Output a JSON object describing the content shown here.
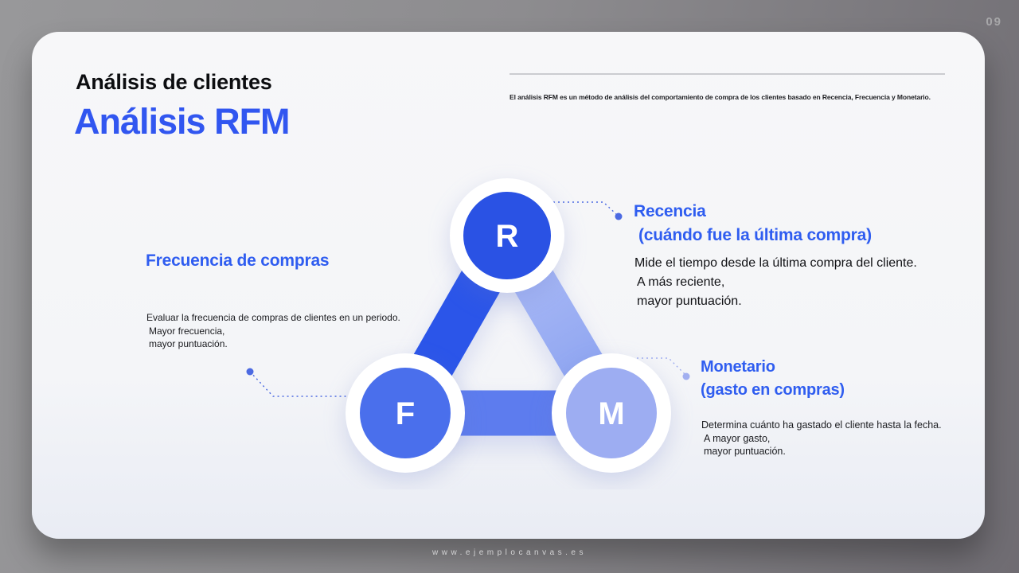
{
  "slide": {
    "page_number": "09",
    "footer_url": "www.ejemplocanvas.es"
  },
  "header": {
    "eyebrow": "Análisis de clientes",
    "title": "Análisis RFM",
    "intro": "El análisis RFM es un método de análisis del comportamiento de compra de los clientes basado en Recencia, Frecuencia y Monetario."
  },
  "diagram": {
    "nodes": [
      {
        "letter": "R",
        "color": "#2a52e4"
      },
      {
        "letter": "F",
        "color": "#4a6fec"
      },
      {
        "letter": "M",
        "color": "#9dadf2"
      }
    ],
    "band_colors": {
      "r_f": "#2b55e9",
      "r_m_top": "#b0bef6",
      "r_m_bottom": "#8da4f1",
      "f_m": "#5d7cee"
    },
    "connector_color": "#4c6ae2",
    "connector_color_light": "#a2aff0"
  },
  "sections": {
    "frecuencia": {
      "title": "Frecuencia de compras",
      "lines": [
        "Evaluar la frecuencia de compras de clientes en un periodo.",
        "Mayor frecuencia,",
        "mayor puntuación."
      ]
    },
    "recencia": {
      "title": "Recencia",
      "subtitle": "(cuándo fue la última compra)",
      "lines": [
        "Mide el tiempo desde la última compra del cliente.",
        "A más reciente,",
        "mayor puntuación."
      ]
    },
    "monetario": {
      "title": "Monetario",
      "subtitle": "(gasto en compras)",
      "lines": [
        "Determina cuánto ha gastado el cliente hasta la fecha.",
        "A mayor gasto,",
        "mayor puntuación."
      ]
    }
  },
  "colors": {
    "accent_blue": "#3156f0",
    "heading_blue": "#2f5df0",
    "text_dark": "#17181a",
    "background_gray": "#8d8c8f",
    "card_bg": "#f6f6f9"
  }
}
